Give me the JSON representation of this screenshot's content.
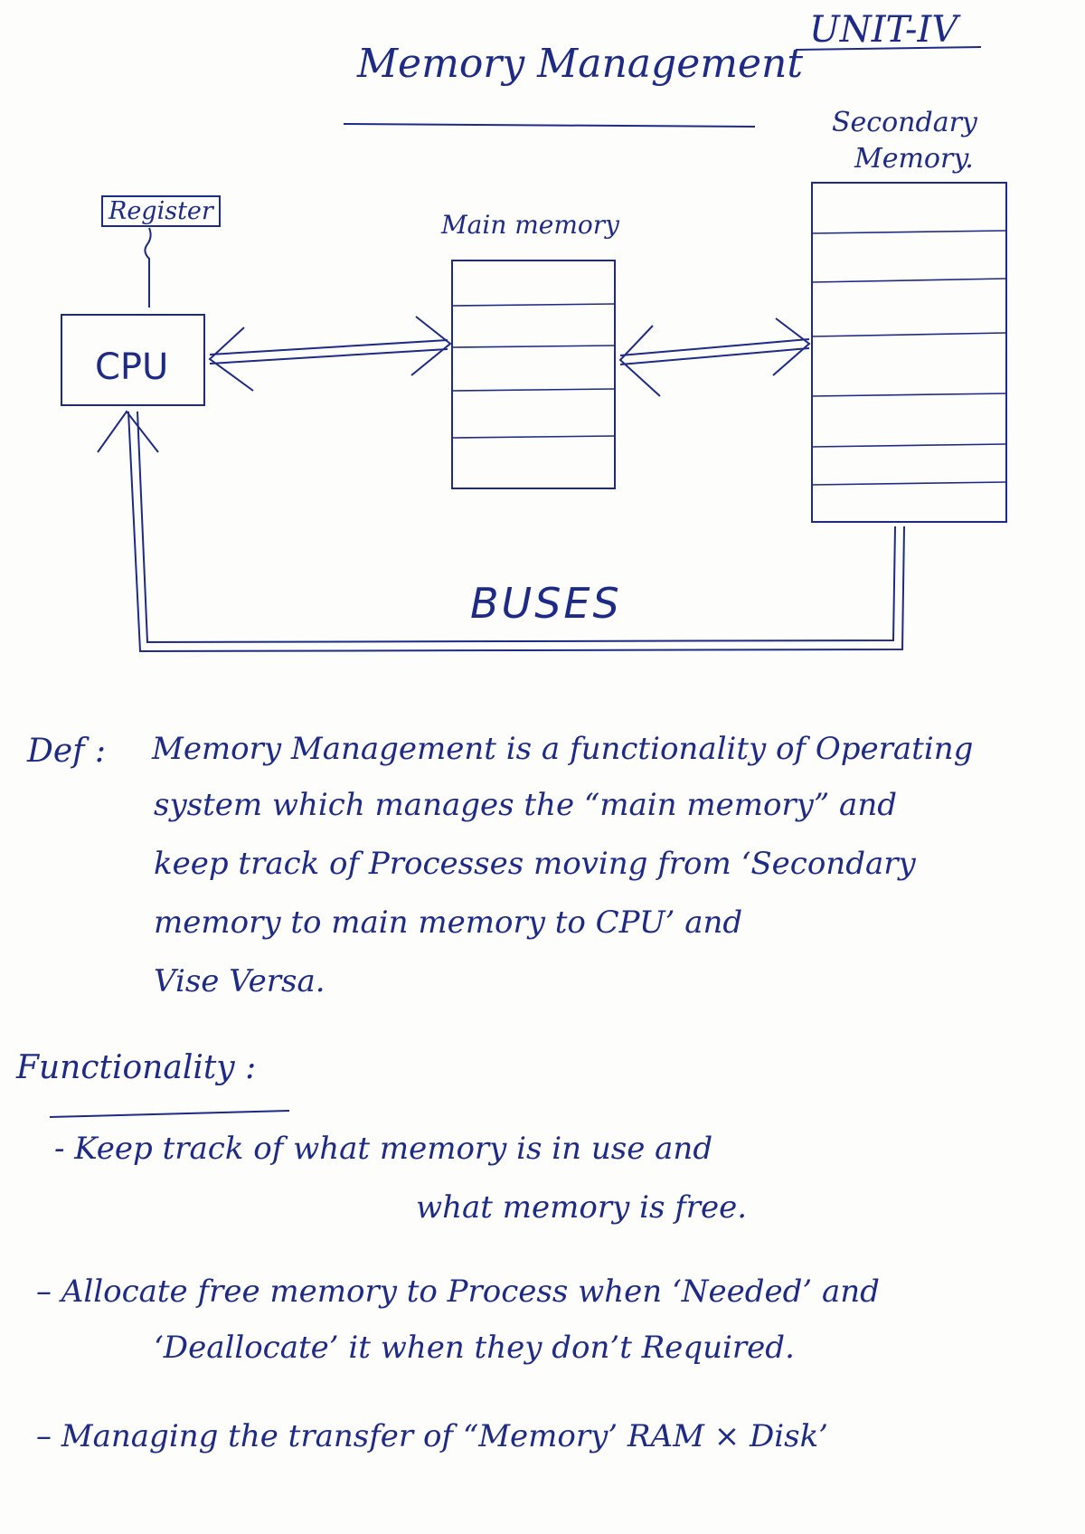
{
  "header": {
    "unit": "UNIT-IV",
    "title": "Memory Management"
  },
  "diagram": {
    "register_label": "Register",
    "cpu_label": "CPU",
    "main_memory_label": "Main memory",
    "secondary_memory_label_line1": "Secondary",
    "secondary_memory_label_line2": "Memory.",
    "buses_label": "BUSES"
  },
  "definition": {
    "label": "Def :",
    "lines": [
      "Memory Management is a functionality of Operating",
      "system which manages the “main memory” and",
      "keep track of Processes moving from ‘Secondary",
      "memory to main memory to CPU’ and",
      "Vise Versa."
    ]
  },
  "functionality": {
    "label": "Functionality :",
    "items": [
      {
        "line1": "- Keep track of what memory is in use and",
        "line2": "what memory is free."
      },
      {
        "line1": "– Allocate free memory to Process when ‘Needed’ and",
        "line2": "‘Deallocate’ it when they don’t Required."
      },
      {
        "line1": "– Managing the transfer of “Memory’ RAM × Disk’",
        "line2": ""
      }
    ]
  }
}
